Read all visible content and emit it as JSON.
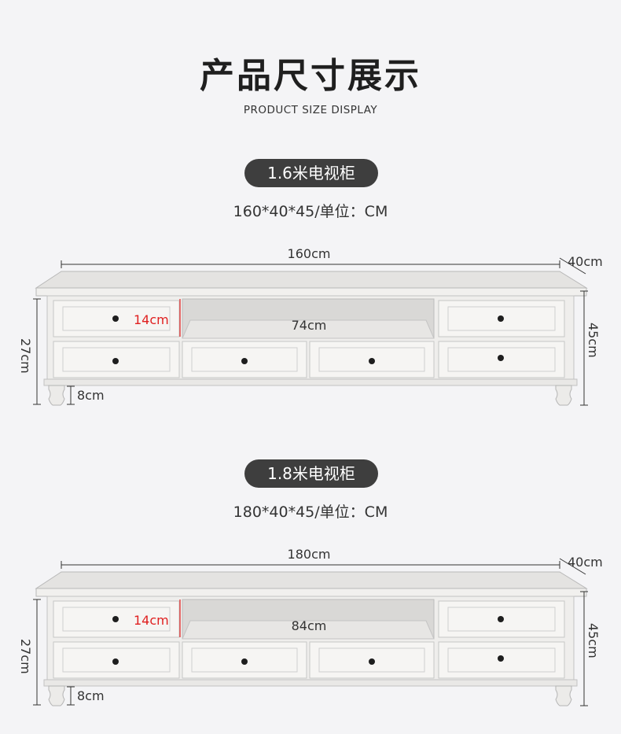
{
  "header": {
    "title": "产品尺寸展示",
    "subtitle": "PRODUCT SIZE DISPLAY"
  },
  "products": [
    {
      "name": "1.6米电视柜",
      "spec": "160*40*45/单位：CM",
      "width_label": "160cm",
      "depth_label": "40cm",
      "height_label": "45cm",
      "body_height_label": "27cm",
      "leg_label": "8cm",
      "drawer_label": "14cm",
      "shelf_label": "74cm"
    },
    {
      "name": "1.8米电视柜",
      "spec": "180*40*45/单位：CM",
      "width_label": "180cm",
      "depth_label": "40cm",
      "height_label": "45cm",
      "body_height_label": "27cm",
      "leg_label": "8cm",
      "drawer_label": "14cm",
      "shelf_label": "84cm"
    }
  ],
  "colors": {
    "background": "#f4f4f6",
    "pill": "#3e3e3e",
    "cabinet": "#ecebe9",
    "highlight_red": "#e02020"
  }
}
